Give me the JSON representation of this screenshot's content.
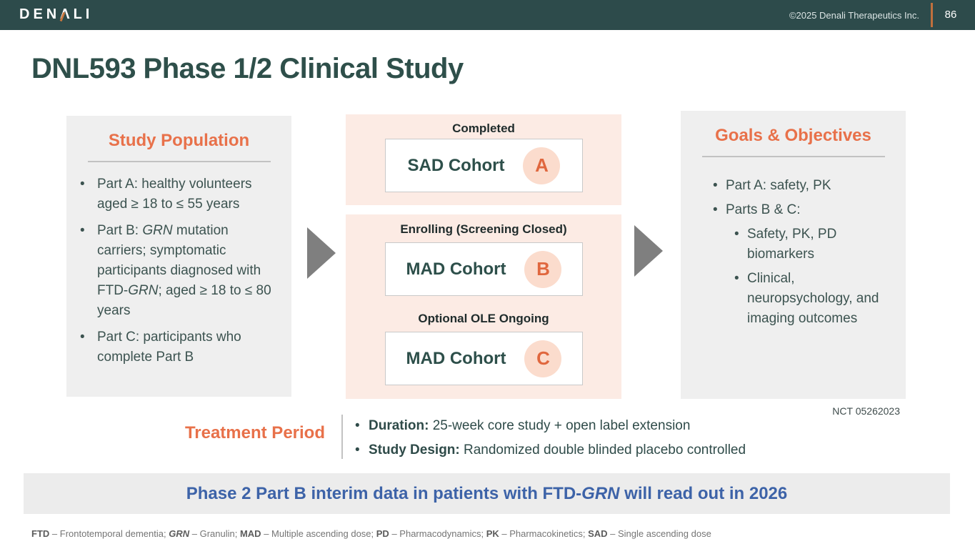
{
  "header": {
    "logo": {
      "pre": "DEN",
      "a": "Λ",
      "post": "LI"
    },
    "copyright": "©2025 Denali Therapeutics Inc.",
    "page_number": "86"
  },
  "title": "DNL593 Phase 1/2 Clinical Study",
  "study_population": {
    "heading": "Study Population",
    "bullet1": "Part A: healthy volunteers aged ≥ 18 to ≤ 55 years",
    "bullet2": {
      "s1": "Part B: ",
      "i1": "GRN",
      "s2": " mutation carriers; symptomatic participants diagnosed with FTD-",
      "i2": "GRN",
      "s3": "; aged ≥ 18 to ≤ 80 years"
    },
    "bullet3": "Part C: participants who complete Part B"
  },
  "flow": {
    "stage_a": {
      "status": "Completed",
      "cohort": "SAD Cohort",
      "letter": "A"
    },
    "stage_b": {
      "status": "Enrolling (Screening Closed)",
      "cohort": "MAD Cohort",
      "letter": "B"
    },
    "stage_c": {
      "status": "Optional OLE Ongoing",
      "cohort": "MAD Cohort",
      "letter": "C"
    }
  },
  "goals": {
    "heading": "Goals & Objectives",
    "bullet1": "Part A: safety, PK",
    "bullet2": "Parts B & C:",
    "sub1": "Safety, PK, PD biomarkers",
    "sub2": "Clinical, neuropsychology, and imaging outcomes"
  },
  "nct": "NCT 05262023",
  "treatment_period": {
    "heading": "Treatment Period",
    "duration_label": "Duration:",
    "duration_text": " 25-week core study + open label extension",
    "design_label": "Study Design:",
    "design_text": " Randomized double blinded placebo controlled"
  },
  "banner": {
    "pre": "Phase 2 Part B interim data in patients with FTD-",
    "italic": "GRN",
    "post": " will read out in 2026"
  },
  "footnote": {
    "dash": " – ",
    "semi": "; ",
    "items": [
      {
        "abbr": "FTD",
        "def": "Frontotemporal dementia"
      },
      {
        "abbr": "GRN",
        "def": "Granulin"
      },
      {
        "abbr": "MAD",
        "def": "Multiple ascending dose"
      },
      {
        "abbr": "PD",
        "def": "Pharmacodynamics"
      },
      {
        "abbr": "PK",
        "def": "Pharmacokinetics"
      },
      {
        "abbr": "SAD",
        "def": "Single ascending dose"
      }
    ]
  },
  "colors": {
    "header_teal": "#2d4b4b",
    "accent_orange": "#e8714a",
    "dark_teal_text": "#3c5350",
    "pink_bg": "#fcebe4",
    "circle_pink": "#fbdccd",
    "panel_gray": "#efefef",
    "banner_blue": "#3d63a8",
    "arrow_gray": "#7f7f7f"
  }
}
